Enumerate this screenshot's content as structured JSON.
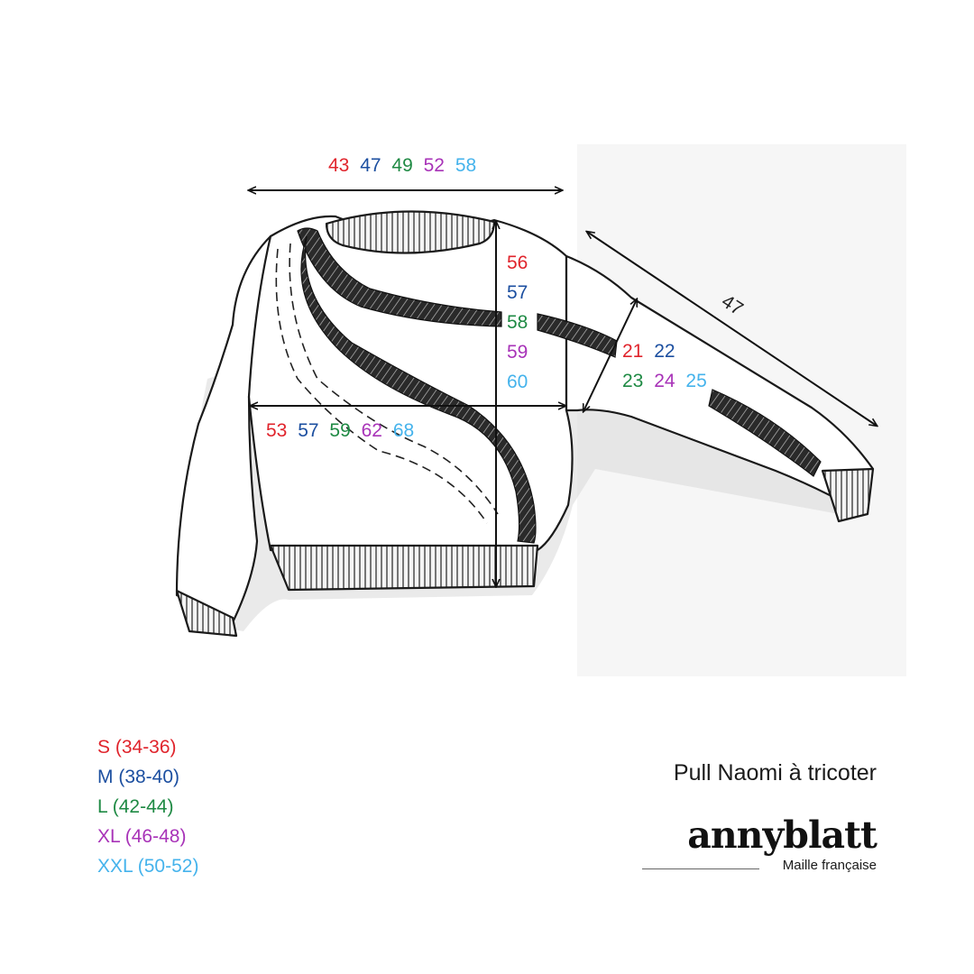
{
  "colors": {
    "S": "#e0242c",
    "M": "#1c4fa0",
    "L": "#1f8a44",
    "XL": "#a833b8",
    "XXL": "#45b3ec"
  },
  "measurements": {
    "shoulder_width": [
      "43",
      "47",
      "49",
      "52",
      "58"
    ],
    "body_length": [
      "56",
      "57",
      "58",
      "59",
      "60"
    ],
    "chest_width": [
      "53",
      "57",
      "59",
      "62",
      "68"
    ],
    "sleeve_length": "47",
    "armhole_depth_row1": [
      "21",
      "22"
    ],
    "armhole_depth_row2": [
      "23",
      "24",
      "25"
    ]
  },
  "legend": [
    {
      "label": "S (34-36)",
      "color": "#e0242c"
    },
    {
      "label": "M (38-40)",
      "color": "#1c4fa0"
    },
    {
      "label": "L (42-44)",
      "color": "#1f8a44"
    },
    {
      "label": "XL (46-48)",
      "color": "#a833b8"
    },
    {
      "label": "XXL (50-52)",
      "color": "#45b3ec"
    }
  ],
  "caption": "Pull Naomi à tricoter",
  "brand": {
    "name": "annyblatt",
    "tagline": "Maille française"
  },
  "icons": {
    "illustration": "sweater-sketch-icon",
    "arrows": "double-arrow-icon"
  }
}
